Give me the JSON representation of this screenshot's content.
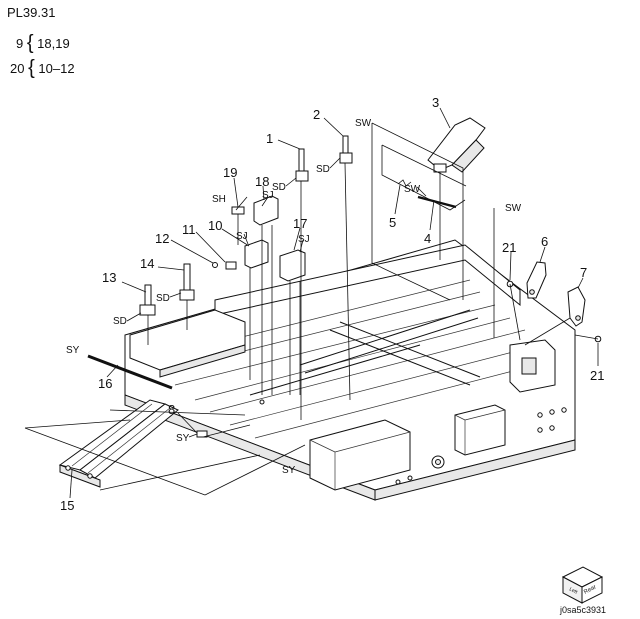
{
  "header": {
    "plate_ref": "PL39.31",
    "kits": [
      {
        "item": "9",
        "brace": "{",
        "members": "18,19"
      },
      {
        "item": "20",
        "brace": "{",
        "members": "10–12"
      }
    ]
  },
  "callouts": [
    "1",
    "2",
    "3",
    "4",
    "5",
    "6",
    "7",
    "8",
    "10",
    "11",
    "12",
    "13",
    "14",
    "15",
    "16",
    "17",
    "18",
    "19",
    "21",
    "21"
  ],
  "fastener_codes": [
    "SW",
    "SW",
    "SW",
    "SD",
    "SD",
    "SD",
    "SD",
    "SH",
    "SJ",
    "SJ",
    "SJ",
    "SY",
    "SY",
    "SY"
  ],
  "orientation_icon": {
    "rear": "Rear",
    "left": "Left"
  },
  "figure_id": "j0sa5c3931"
}
